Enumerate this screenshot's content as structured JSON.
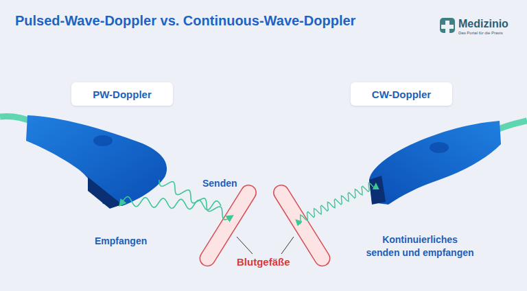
{
  "diagram": {
    "title": "Pulsed-Wave-Doppler vs. Continuous-Wave-Doppler",
    "nodes": [
      {
        "text": [
          "PW-Doppler"
        ]
      },
      {
        "text": [
          "CW-Doppler"
        ]
      }
    ],
    "labels": [
      "Medizinio",
      "Das Portal für die Praxis",
      "Senden",
      "Empfangen",
      "Blutgefäße",
      "Kontinuierliches senden und empfangen"
    ]
  }
}
